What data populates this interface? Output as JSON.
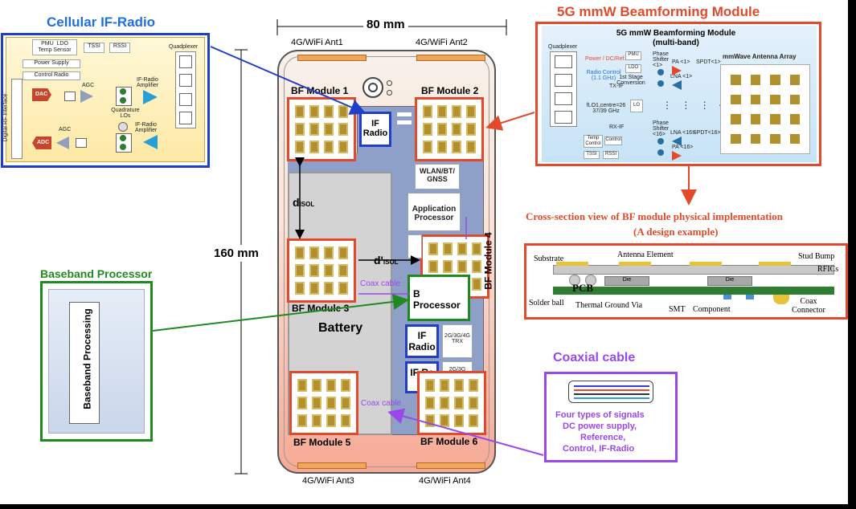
{
  "phone": {
    "width_label": "80 mm",
    "height_label": "160 mm",
    "antennas": [
      "4G/WiFi Ant1",
      "4G/WiFi Ant2",
      "4G/WiFi Ant3",
      "4G/WiFi Ant4"
    ],
    "bf_modules": [
      "BF Module 1",
      "BF Module 2",
      "BF Module 3",
      "BF Module 4",
      "BF Module 5",
      "BF Module 6"
    ],
    "d_isol": "d",
    "d_isol_sub": "ISOL",
    "d_prime": "d'",
    "d_prime_sub": "ISOL",
    "battery": "Battery",
    "if_radio_top": "IF Radio",
    "wlan": "WLAN/BT/ GNSS",
    "app_processor": "Application Processor",
    "baseband_proc": "B Processor",
    "if_radio_mid": "IF Radio",
    "trx": "2G/3G/4G TRX",
    "if_radio_low": "IF Ra",
    "trx_low": "2G/3G",
    "coax_cable_1": "Coax cable",
    "coax_cable_2": "Coax cable"
  },
  "cellular": {
    "title": "Cellular IF-Radio",
    "pmu": "PMU",
    "ldo": "LDO",
    "temp_sensor": "Temp Sensor",
    "tssi": "TSSI",
    "rssi": "RSSI",
    "power_supply": "Power Supply",
    "control_radio": "Control Radio",
    "quadplexer": "Quadplexer",
    "digital_rf": "Digital RF Interface",
    "dac": "DAC",
    "adc": "ADC",
    "agc_top": "AGC",
    "agc_bottom": "AGC",
    "quad_los": "Quadrature LOs",
    "if_amp_top": "IF-Radio Amplifier",
    "if_amp_bottom": "IF-Radio Amplifier"
  },
  "mmw": {
    "title": "5G mmW Beamforming Module",
    "inner_title": "5G mmW Beamforming Module (multi-band)",
    "quadplexer": "Quadplexer",
    "power_dc_ref": "Power / DC/Ref.",
    "pmu": "PMU",
    "ldo": "LDO",
    "radio_control": "Radio Control (1.1 GHz)",
    "first_stage": "1st Stage Conversion",
    "tx_if": "TX-IF",
    "rx_if": "RX-IF",
    "lo_freq": "fLO1,centre=26 37/39 GHz",
    "lo": "LO",
    "phase_shifter_top": "Phase Shifter <1>",
    "pa": "PA <1>",
    "lna_top": "LNA <1>",
    "spdt_top": "SPDT<1>",
    "phase_shifter_bot": "Phase Shifter <16>",
    "lna_bot": "LNA <16>",
    "pa_bot": "PA <16>",
    "spdt_bot": "SPDT<16>",
    "temp_control": "Temp Control",
    "control": "Control",
    "tssi": "TSSI",
    "rssi": "RSSI",
    "antenna_array": "mmWave Antenna Array"
  },
  "cross_section": {
    "title_line1": "Cross-section view of BF module physical implementation",
    "title_line2": "(A design example)",
    "substrate": "Substrate",
    "antenna_element": "Antenna Element",
    "stud_bump": "Stud Bump",
    "rfics": "RFICs",
    "pcb": "PCB",
    "die1": "Die",
    "die2": "Die",
    "solder_ball": "Solder ball",
    "thermal_via": "Thermal Ground Via",
    "smt": "SMT",
    "component": "Component",
    "coax_connector": "Coax Connector"
  },
  "baseband": {
    "title": "Baseband Processor",
    "inner": "Baseband Processing"
  },
  "coax": {
    "title": "Coaxial cable",
    "line1": "Four types of signals",
    "line2": "DC power supply,",
    "line3": "Reference,",
    "line4": "Control, IF-Radio"
  },
  "colors": {
    "blue": "#1f3fc9",
    "red": "#e24a2b",
    "green": "#1f8a1f",
    "purple": "#9b48e8",
    "gold": "#b3902e"
  }
}
